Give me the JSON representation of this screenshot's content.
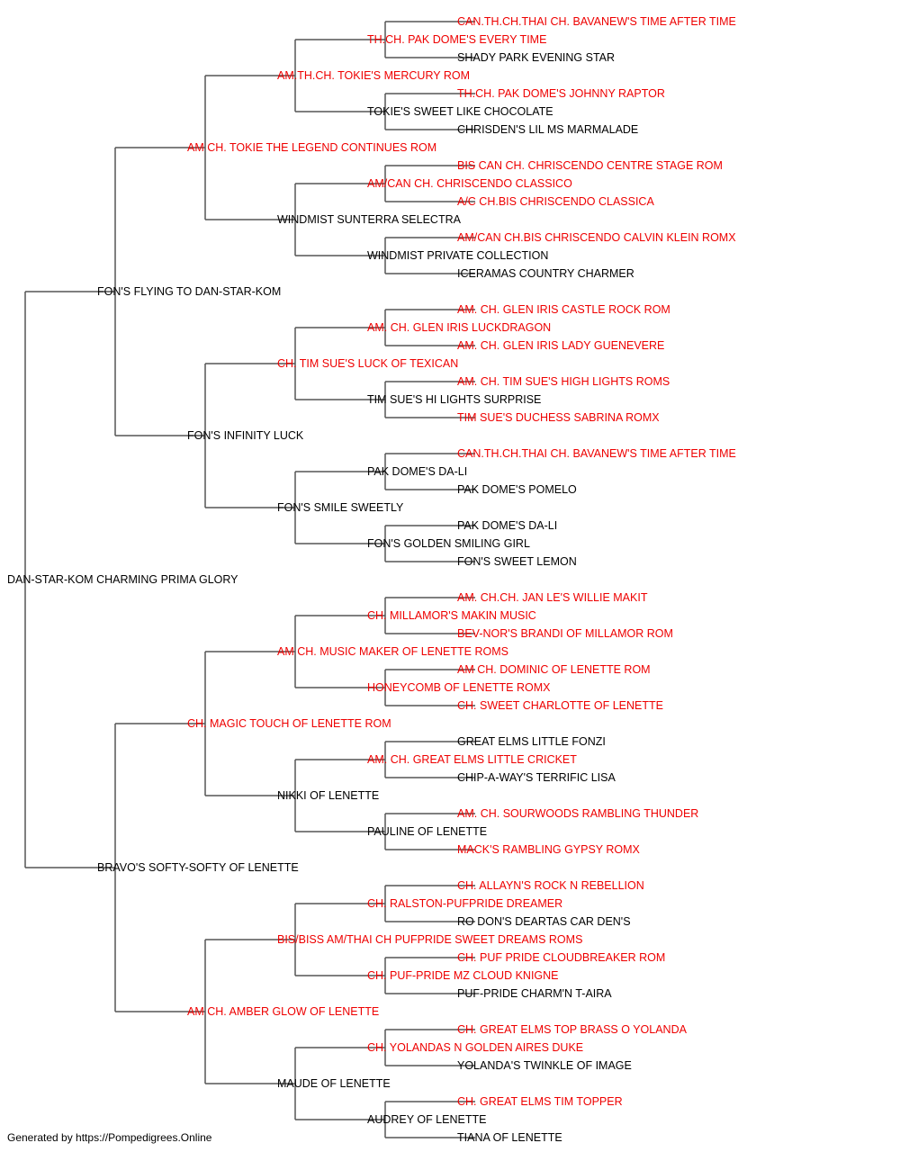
{
  "colors": {
    "champion": "#ee0000",
    "normal": "#000000",
    "line": "#555555"
  },
  "pedigree": {
    "subject": {
      "name": "DAN-STAR-KOM CHARMING PRIMA GLORY",
      "titled": false
    },
    "generations": [
      [
        {
          "name": "FON'S FLYING TO DAN-STAR-KOM",
          "titled": false
        },
        {
          "name": "BRAVO'S SOFTY-SOFTY OF LENETTE",
          "titled": false
        }
      ],
      [
        {
          "name": "AM CH. TOKIE THE LEGEND CONTINUES ROM",
          "titled": true
        },
        {
          "name": "FON'S INFINITY LUCK",
          "titled": false
        },
        {
          "name": "CH. MAGIC TOUCH OF LENETTE ROM",
          "titled": true
        },
        {
          "name": "AM CH. AMBER GLOW OF LENETTE",
          "titled": true
        }
      ],
      [
        {
          "name": "AM.TH.CH. TOKIE'S MERCURY ROM",
          "titled": true
        },
        {
          "name": "WINDMIST SUNTERRA SELECTRA",
          "titled": false
        },
        {
          "name": "CH. TIM SUE'S LUCK OF TEXICAN",
          "titled": true
        },
        {
          "name": "FON'S SMILE SWEETLY",
          "titled": false
        },
        {
          "name": "AM CH. MUSIC MAKER OF LENETTE ROMS",
          "titled": true
        },
        {
          "name": "NIKKI OF LENETTE",
          "titled": false
        },
        {
          "name": "BIS/BISS AM/THAI CH PUFPRIDE SWEET DREAMS ROMS",
          "titled": true
        },
        {
          "name": "MAUDE OF LENETTE",
          "titled": false
        }
      ],
      [
        {
          "name": "TH.CH. PAK DOME'S EVERY TIME",
          "titled": true
        },
        {
          "name": "TOKIE'S SWEET LIKE CHOCOLATE",
          "titled": false
        },
        {
          "name": "AM/CAN CH. CHRISCENDO CLASSICO",
          "titled": true
        },
        {
          "name": "WINDMIST PRIVATE COLLECTION",
          "titled": false
        },
        {
          "name": "AM. CH. GLEN IRIS LUCKDRAGON",
          "titled": true
        },
        {
          "name": "TIM SUE'S HI LIGHTS SURPRISE",
          "titled": false
        },
        {
          "name": "PAK DOME'S DA-LI",
          "titled": false
        },
        {
          "name": "FON'S GOLDEN SMILING GIRL",
          "titled": false
        },
        {
          "name": "CH. MILLAMOR'S MAKIN MUSIC",
          "titled": true
        },
        {
          "name": "HONEYCOMB OF LENETTE ROMX",
          "titled": true
        },
        {
          "name": "AM. CH. GREAT ELMS LITTLE CRICKET",
          "titled": true
        },
        {
          "name": "PAULINE OF LENETTE",
          "titled": false
        },
        {
          "name": "CH. RALSTON-PUFPRIDE DREAMER",
          "titled": true
        },
        {
          "name": "CH. PUF-PRIDE MZ CLOUD KNIGNE",
          "titled": true
        },
        {
          "name": "CH. YOLANDAS N GOLDEN AIRES DUKE",
          "titled": true
        },
        {
          "name": "AUDREY OF LENETTE",
          "titled": false
        }
      ],
      [
        {
          "name": "CAN.TH.CH.THAI CH. BAVANEW'S TIME AFTER TIME",
          "titled": true
        },
        {
          "name": "SHADY PARK EVENING STAR",
          "titled": false
        },
        {
          "name": "TH.CH. PAK DOME'S JOHNNY RAPTOR",
          "titled": true
        },
        {
          "name": "CHRISDEN'S LIL MS MARMALADE",
          "titled": false
        },
        {
          "name": "BIS CAN CH. CHRISCENDO CENTRE STAGE ROM",
          "titled": true
        },
        {
          "name": "A/C CH.BIS CHRISCENDO CLASSICA",
          "titled": true
        },
        {
          "name": "AM/CAN CH.BIS CHRISCENDO CALVIN KLEIN ROMX",
          "titled": true
        },
        {
          "name": "ICERAMAS COUNTRY CHARMER",
          "titled": false
        },
        {
          "name": "AM. CH. GLEN IRIS CASTLE ROCK ROM",
          "titled": true
        },
        {
          "name": "AM. CH. GLEN IRIS LADY GUENEVERE",
          "titled": true
        },
        {
          "name": "AM. CH. TIM SUE'S HIGH LIGHTS ROMS",
          "titled": true
        },
        {
          "name": "TIM SUE'S DUCHESS SABRINA ROMX",
          "titled": true
        },
        {
          "name": "CAN.TH.CH.THAI CH. BAVANEW'S TIME AFTER TIME",
          "titled": true
        },
        {
          "name": "PAK DOME'S POMELO",
          "titled": false
        },
        {
          "name": "PAK DOME'S DA-LI",
          "titled": false
        },
        {
          "name": "FON'S SWEET LEMON",
          "titled": false
        },
        {
          "name": "AM. CH.CH. JAN LE'S WILLIE MAKIT",
          "titled": true
        },
        {
          "name": "BEV-NOR'S BRANDI OF MILLAMOR ROM",
          "titled": true
        },
        {
          "name": "AM CH. DOMINIC OF LENETTE ROM",
          "titled": true
        },
        {
          "name": "CH. SWEET CHARLOTTE OF LENETTE",
          "titled": true
        },
        {
          "name": "GREAT ELMS LITTLE FONZI",
          "titled": false
        },
        {
          "name": "CHIP-A-WAY'S TERRIFIC LISA",
          "titled": false
        },
        {
          "name": "AM. CH. SOURWOODS RAMBLING THUNDER",
          "titled": true
        },
        {
          "name": "MACK'S RAMBLING GYPSY ROMX",
          "titled": true
        },
        {
          "name": "CH. ALLAYN'S ROCK N REBELLION",
          "titled": true
        },
        {
          "name": "RO DON'S DEARTAS CAR DEN'S",
          "titled": false
        },
        {
          "name": "CH. PUF PRIDE CLOUDBREAKER ROM",
          "titled": true
        },
        {
          "name": "PUF-PRIDE CHARM'N T-AIRA",
          "titled": false
        },
        {
          "name": "CH. GREAT ELMS TOP BRASS O YOLANDA",
          "titled": true
        },
        {
          "name": "YOLANDA'S TWINKLE OF IMAGE",
          "titled": false
        },
        {
          "name": "CH. GREAT ELMS TIM TOPPER",
          "titled": true
        },
        {
          "name": "TIANA OF LENETTE",
          "titled": false
        }
      ]
    ]
  },
  "footer": "Generated by https://Pompedigrees.Online"
}
